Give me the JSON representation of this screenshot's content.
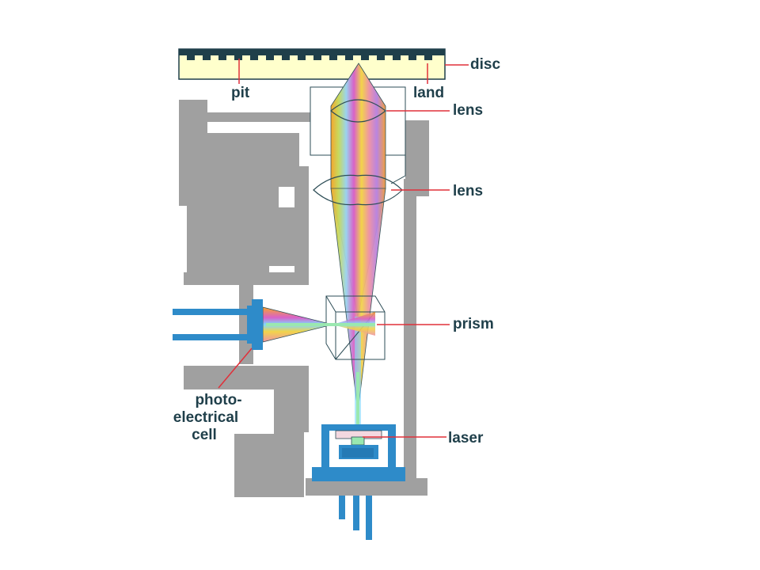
{
  "labels": {
    "disc": "disc",
    "pit": "pit",
    "land": "land",
    "lens_top": "lens",
    "lens_mid": "lens",
    "prism": "prism",
    "laser": "laser",
    "photo_cell": [
      "photo-",
      "electrical",
      "cell"
    ]
  },
  "colors": {
    "housing": "#a0a0a0",
    "blue": "#2e8bc9",
    "leader": "#e0303a",
    "outline": "#2e4e57",
    "disc_fill": "#ffffcc",
    "disc_top": "#1f3f4a",
    "beam": [
      "#f6a52d",
      "#c7d95d",
      "#9ad3ee",
      "#d861c9",
      "#f2d44a",
      "#ee94a6",
      "#b985e0",
      "#7fd8ff"
    ]
  }
}
